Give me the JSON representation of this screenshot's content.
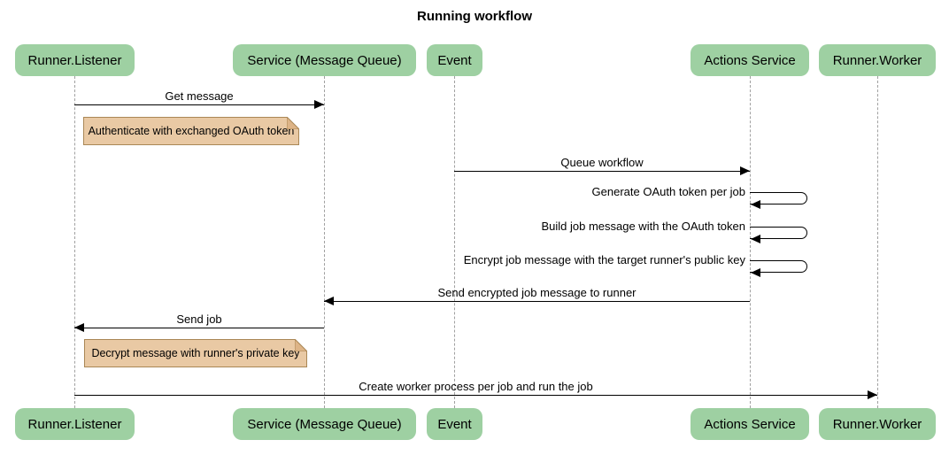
{
  "title": "Running workflow",
  "colors": {
    "background": "#ffffff",
    "actor_fill": "#9ed0a2",
    "actor_text": "#000000",
    "note_fill": "#e9c9a4",
    "note_border": "#aa8756",
    "note_fold": "#ddb487",
    "lifeline": "#a0a0a0",
    "arrow": "#000000"
  },
  "actors": [
    {
      "id": "runner-listener",
      "label": "Runner.Listener"
    },
    {
      "id": "service-message-queue",
      "label": "Service (Message Queue)"
    },
    {
      "id": "event",
      "label": "Event"
    },
    {
      "id": "actions-service",
      "label": "Actions Service"
    },
    {
      "id": "runner-worker",
      "label": "Runner.Worker"
    }
  ],
  "messages": [
    {
      "label": "Get message",
      "from": "Runner.Listener",
      "to": "Service (Message Queue)",
      "direction": "right"
    },
    {
      "label": "Queue workflow",
      "from": "Event",
      "to": "Actions Service",
      "direction": "right"
    },
    {
      "label": "Generate OAuth token per job",
      "from": "Actions Service",
      "to": "Actions Service",
      "direction": "self"
    },
    {
      "label": "Build job message with the OAuth token",
      "from": "Actions Service",
      "to": "Actions Service",
      "direction": "self"
    },
    {
      "label": "Encrypt job message with the target runner's public key",
      "from": "Actions Service",
      "to": "Actions Service",
      "direction": "self"
    },
    {
      "label": "Send encrypted job message to runner",
      "from": "Actions Service",
      "to": "Service (Message Queue)",
      "direction": "left"
    },
    {
      "label": "Send job",
      "from": "Service (Message Queue)",
      "to": "Runner.Listener",
      "direction": "left"
    },
    {
      "label": "Create worker process per job and run the job",
      "from": "Runner.Listener",
      "to": "Runner.Worker",
      "direction": "right"
    }
  ],
  "notes": [
    {
      "label": "Authenticate with exchanged OAuth token",
      "anchor": "Runner.Listener"
    },
    {
      "label": "Decrypt message with runner's private key",
      "anchor": "Runner.Listener"
    }
  ]
}
